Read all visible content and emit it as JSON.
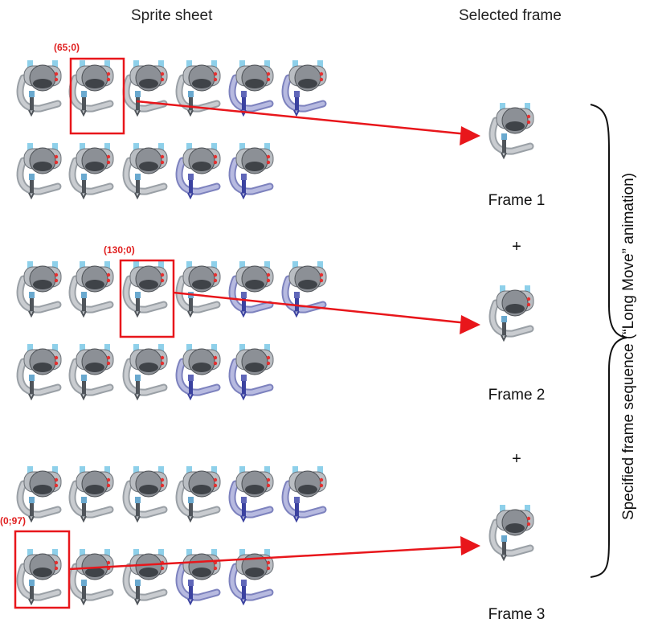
{
  "headers": {
    "sprite_sheet": "Sprite sheet",
    "selected_frame": "Selected frame"
  },
  "frames": [
    {
      "label": "Frame 1",
      "coord": "(65;0)"
    },
    {
      "label": "Frame 2",
      "coord": "(130;0)"
    },
    {
      "label": "Frame 3",
      "coord": "(0;97)"
    }
  ],
  "plus": "+",
  "sequence_label": "Specified frame sequence (“Long Move” animation)",
  "sprite_icon": "robot-sprite-icon",
  "colors": {
    "highlight": "#e8161b",
    "arm_gray": "#a7abb0",
    "arm_blue": "#8a8fc8",
    "head": "#8c9096"
  }
}
